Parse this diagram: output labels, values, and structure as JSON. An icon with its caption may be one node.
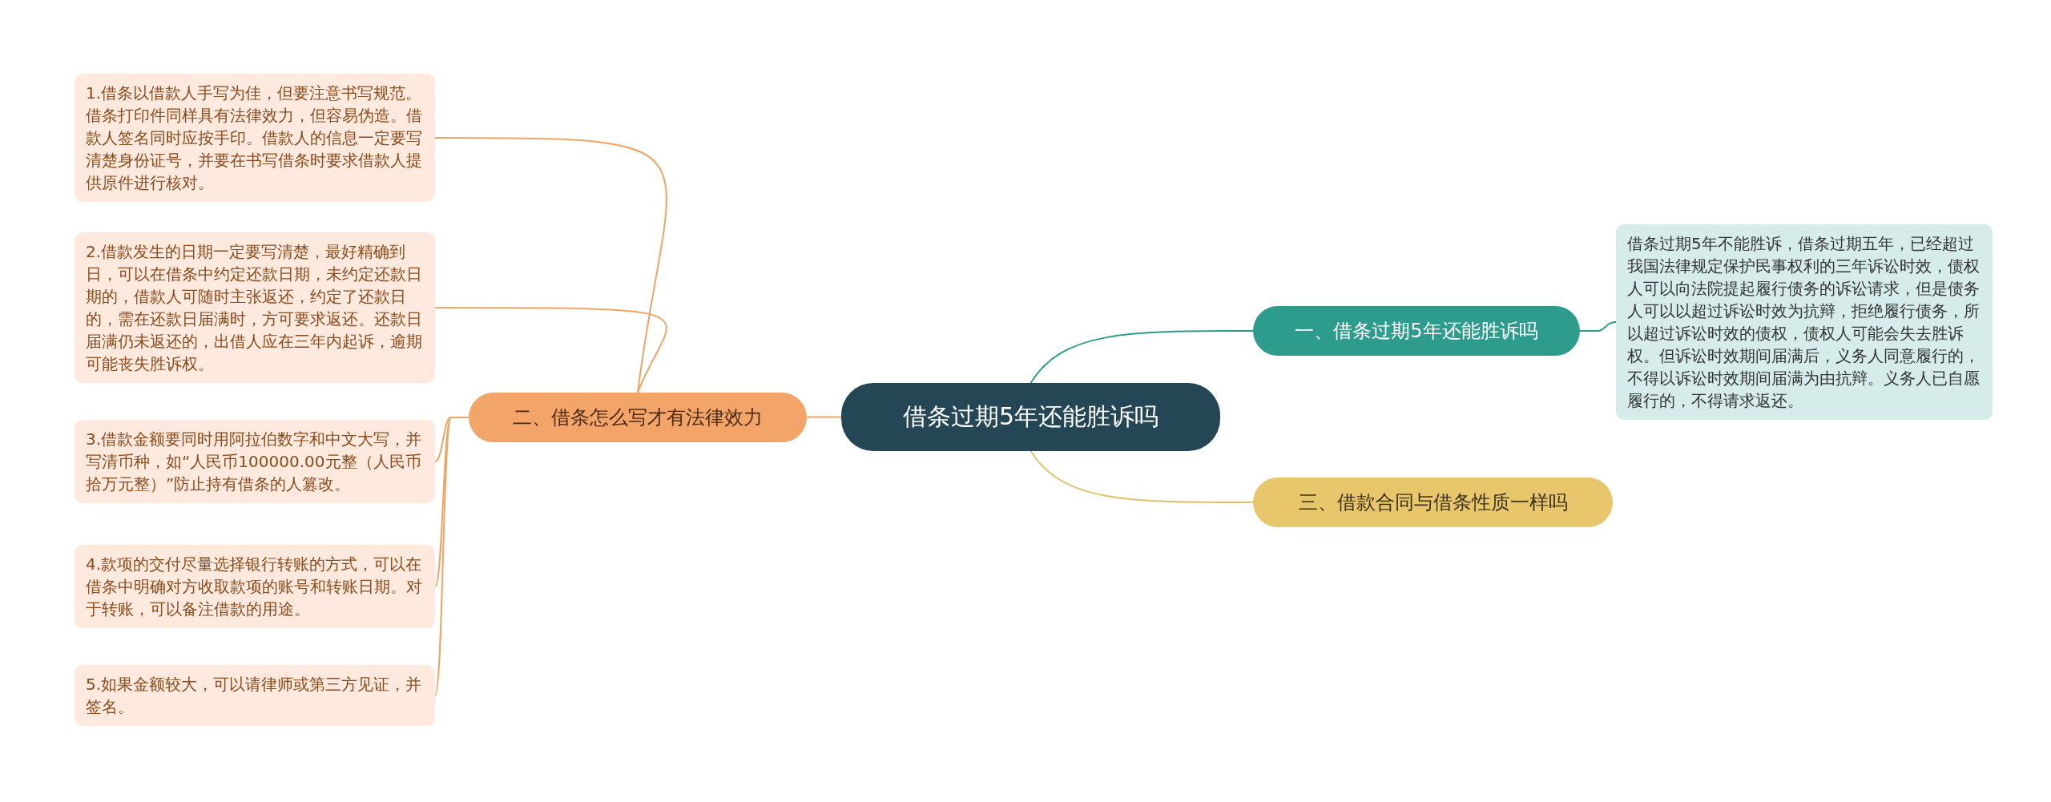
{
  "diagram": {
    "nodes": [
      {
        "text": [
          "借条过期5年还能胜诉吗"
        ]
      },
      {
        "text": [
          "一、借条过期5年还能胜诉吗"
        ]
      },
      {
        "text": [
          "借条过期5年不能胜诉，借条过期五年，已经超过我国法律规定保护民事权利的三年诉讼时效，债权人可以向法院提起履行债务的诉讼请求，但是债务人可以以超过诉讼时效为抗辩，拒绝履行债务，所以超过诉讼时效的债权，债权人可能会失去胜诉权。但诉讼时效期间届满后，义务人同意履行的，不得以诉讼时效期间届满为由抗辩。义务人已自愿履行的，不得请求返还。"
        ]
      },
      {
        "text": [
          "二、借条怎么写才有法律效力"
        ]
      },
      {
        "text": [
          "1.借条以借款人手写为佳，但要注意书写规范。借条打印件同样具有法律效力，但容易伪造。借款人签名同时应按手印。借款人的信息一定要写清楚身份证号，并要在书写借条时要求借款人提供原件进行核对。"
        ]
      },
      {
        "text": [
          "2.借款发生的日期一定要写清楚，最好精确到日，可以在借条中约定还款日期，未约定还款日期的，借款人可随时主张返还，约定了还款日的，需在还款日届满时，方可要求返还。还款日届满仍未返还的，出借人应在三年内起诉，逾期可能丧失胜诉权。"
        ]
      },
      {
        "text": [
          "3.借款金额要同时用阿拉伯数字和中文大写，并写清币种，如“人民币100000.00元整（人民币拾万元整）”防止持有借条的人篡改。"
        ]
      },
      {
        "text": [
          "4.款项的交付尽量选择银行转账的方式，可以在借条中明确对方收取款项的账号和转账日期。对于转账，可以备注借款的用途。"
        ]
      },
      {
        "text": [
          "5.如果金额较大，可以请律师或第三方见证，并签名。"
        ]
      },
      {
        "text": [
          "三、借款合同与借条性质一样吗"
        ]
      }
    ],
    "edges": [
      {
        "from": 0,
        "to": 1,
        "arrow": "none",
        "color": "#2e9c8c"
      },
      {
        "from": 1,
        "to": 2,
        "arrow": "none",
        "color": "#2e9c8c"
      },
      {
        "from": 0,
        "to": 3,
        "arrow": "none"
      },
      {
        "from": 3,
        "to": 4,
        "arrow": "none"
      },
      {
        "from": 3,
        "to": 5,
        "arrow": "none"
      },
      {
        "from": 3,
        "to": 6,
        "arrow": "none"
      },
      {
        "from": 3,
        "to": 7,
        "arrow": "none"
      },
      {
        "from": 3,
        "to": 8,
        "arrow": "none"
      },
      {
        "from": 0,
        "to": 9,
        "arrow": "none",
        "color": "#e2c06a"
      }
    ]
  }
}
